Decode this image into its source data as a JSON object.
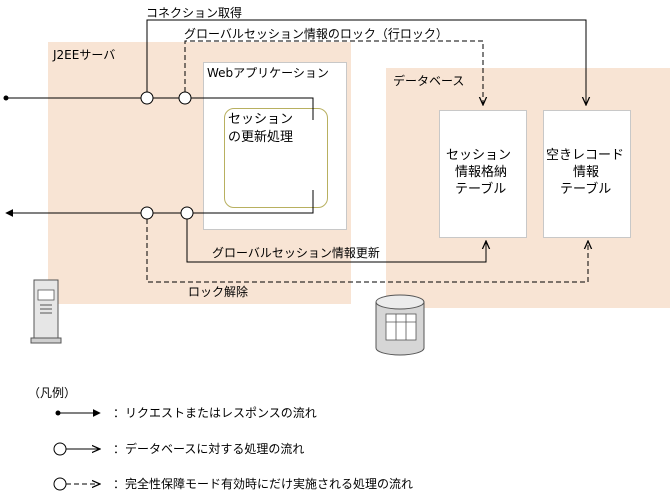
{
  "colors": {
    "server_bg": "#f8e4d4",
    "db_bg": "#f8e4d4",
    "webapp_bg": "#ffffff",
    "process_border": "#b8b060",
    "line": "#000000",
    "border": "#c0c0c0"
  },
  "diagram": {
    "server_label": "J2EEサーバ",
    "webapp_label": "Webアプリケーション",
    "process_label_1": "セッション",
    "process_label_2": "の更新処理",
    "database_label": "データベース",
    "table1": {
      "line1": "セッション",
      "line2": "情報格納",
      "line3": "テーブル"
    },
    "table2": {
      "line1": "空きレコード",
      "line2": "情報",
      "line3": "テーブル"
    },
    "arrow_connection": "コネクション取得",
    "arrow_lock": "グローバルセッション情報のロック（行ロック）",
    "arrow_update": "グローバルセッション情報更新",
    "arrow_unlock": "ロック解除",
    "icons": [
      "client-terminal-icon",
      "database-cylinder-icon"
    ]
  },
  "legend": {
    "title": "（凡例）",
    "items": [
      {
        "symbol": "solid-dot-arrow",
        "text": "：リクエストまたはレスポンスの流れ"
      },
      {
        "symbol": "circle-open-arrow",
        "text": "：データベースに対する処理の流れ"
      },
      {
        "symbol": "circle-dashed-arrow",
        "text": "：完全性保障モード有効時にだけ実施される処理の流れ"
      }
    ]
  }
}
